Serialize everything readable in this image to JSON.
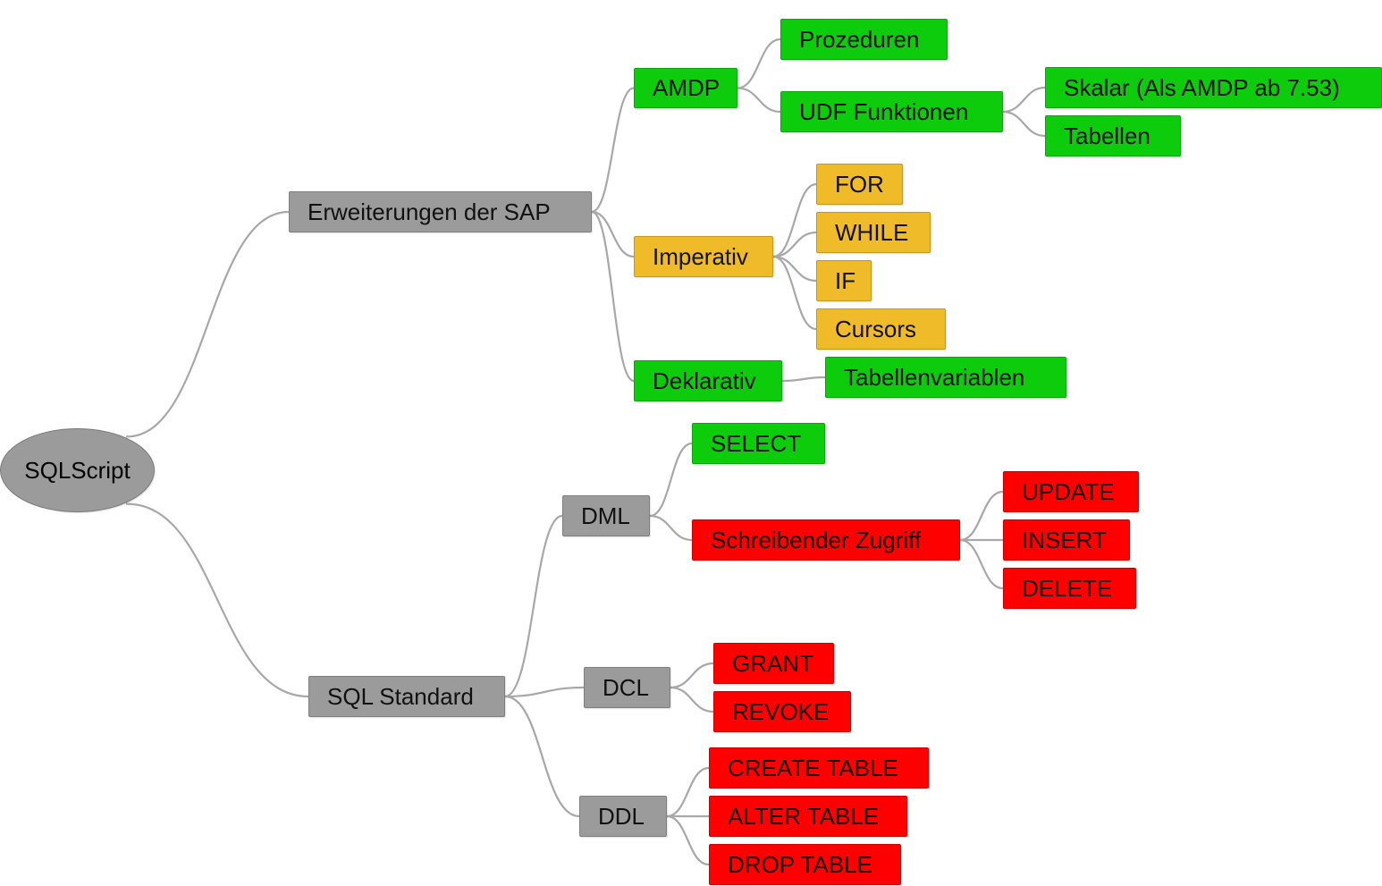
{
  "mindmap": {
    "root": "SQLScript",
    "extensions": {
      "label": "Erweiterungen der SAP",
      "amdp": {
        "label": "AMDP",
        "procedures": "Prozeduren",
        "udf": {
          "label": "UDF Funktionen",
          "scalar": "Skalar (Als AMDP ab 7.53)",
          "tables": "Tabellen"
        }
      },
      "imperative": {
        "label": "Imperativ",
        "items": [
          "FOR",
          "WHILE",
          "IF",
          "Cursors"
        ]
      },
      "declarative": {
        "label": "Deklarativ",
        "table_variables": "Tabellenvariablen"
      }
    },
    "standard": {
      "label": "SQL Standard",
      "dml": {
        "label": "DML",
        "select": "SELECT",
        "write_access": {
          "label": "Schreibender Zugriff",
          "items": [
            "UPDATE",
            "INSERT",
            "DELETE"
          ]
        }
      },
      "dcl": {
        "label": "DCL",
        "items": [
          "GRANT",
          "REVOKE"
        ]
      },
      "ddl": {
        "label": "DDL",
        "items": [
          "CREATE TABLE",
          "ALTER TABLE",
          "DROP TABLE"
        ]
      }
    }
  },
  "colors": {
    "gray": "#9b9b9b",
    "green": "#0ccc0c",
    "yellow": "#efbb29",
    "red": "#ff0000",
    "connector": "#a8a8a8"
  }
}
